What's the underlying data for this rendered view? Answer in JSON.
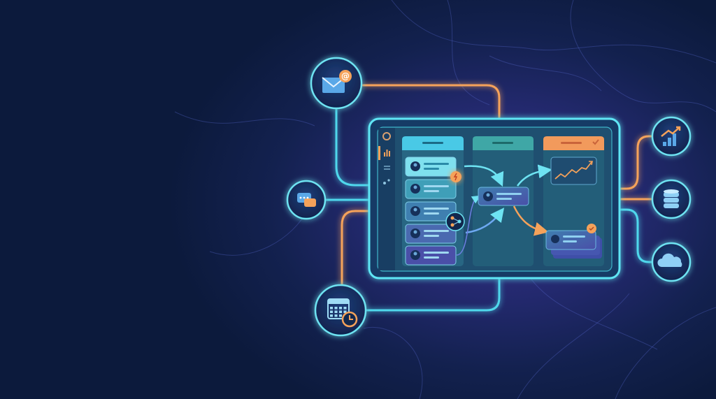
{
  "colors": {
    "background": "#0d1b3e",
    "accent_cyan": "#4fe0f0",
    "accent_orange": "#f5a25a",
    "panel": "#1d4a6e",
    "column_header_1": "#49c9e6",
    "column_header_2": "#3fa7a6",
    "column_header_3": "#f29a5c"
  },
  "icons": {
    "left": [
      "email-at-icon",
      "chat-bubbles-icon",
      "calendar-clock-icon"
    ],
    "right": [
      "growth-chart-icon",
      "database-icon",
      "cloud-icon"
    ],
    "sidebar": [
      "logo-icon",
      "bar-chart-icon",
      "list-icon",
      "settings-icon"
    ],
    "badges": [
      "lightning-icon",
      "share-node-icon",
      "check-icon"
    ]
  },
  "board": {
    "columns": 3,
    "column_1_cards": 5,
    "column_2_cards": 1,
    "column_3_items": [
      "trend-chart-card",
      "stacked-cards"
    ]
  }
}
